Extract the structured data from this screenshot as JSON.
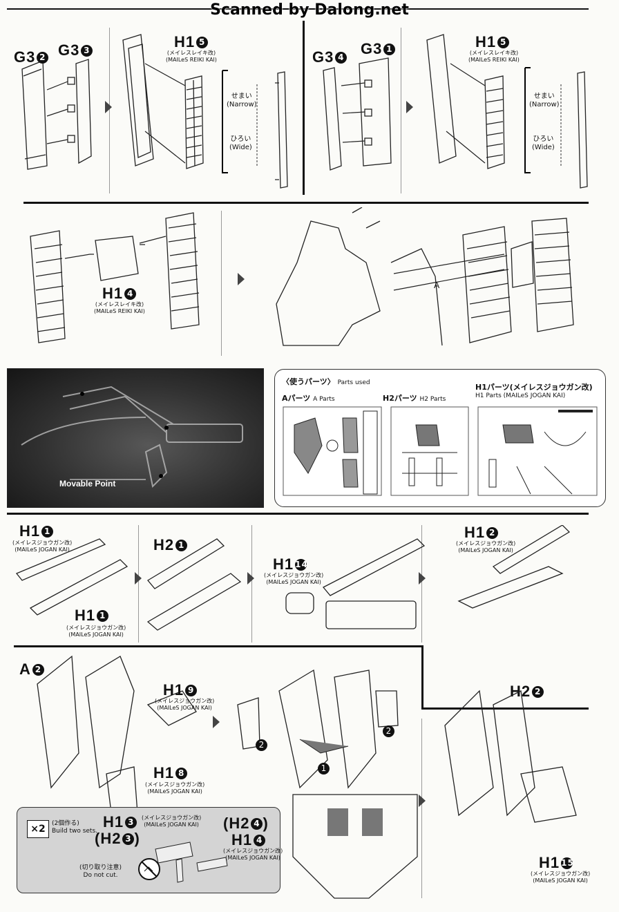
{
  "watermark": "Scanned by Dalong.net",
  "section1": {
    "left": {
      "g3_2": "G3",
      "g3_2_num": "2",
      "g3_3": "G3",
      "g3_3_num": "3",
      "h1_5": "H1",
      "h1_5_num": "5",
      "h1_5_jp": "(メイレスレイキ改)",
      "h1_5_en": "(MAILeS REIKI KAI)",
      "narrow_jp": "せまい",
      "narrow_en": "(Narrow)",
      "wide_jp": "ひろい",
      "wide_en": "(Wide)"
    },
    "right": {
      "g3_4": "G3",
      "g3_4_num": "4",
      "g3_1": "G3",
      "g3_1_num": "1",
      "h1_5": "H1",
      "h1_5_num": "5",
      "h1_5_jp": "(メイレスレイキ改)",
      "h1_5_en": "(MAILeS REIKI KAI)",
      "narrow_jp": "せまい",
      "narrow_en": "(Narrow)",
      "wide_jp": "ひろい",
      "wide_en": "(Wide)"
    }
  },
  "section2": {
    "h1_4": "H1",
    "h1_4_num": "4",
    "h1_4_jp": "(メイレスレイキ改)",
    "h1_4_en": "(MAILeS REIKI KAI)",
    "a_mark": "A"
  },
  "photo": {
    "label": "Movable Point"
  },
  "parts": {
    "title": "〈使うパーツ〉",
    "title_en": "Parts used",
    "a_title": "Aパーツ",
    "a_en": "A Parts",
    "h2_title": "H2パーツ",
    "h2_en": "H2 Parts",
    "h1_title": "H1パーツ(メイレスジョウガン改)",
    "h1_en": "H1 Parts (MAILeS JOGAN KAI)"
  },
  "section3": {
    "h1_1a": "H1",
    "h1_1a_num": "1",
    "h1_1a_jp": "(メイレスジョウガン改)",
    "h1_1a_en": "(MAILeS JOGAN KAI)",
    "h1_1b": "H1",
    "h1_1b_num": "1",
    "h1_1b_jp": "(メイレスジョウガン改)",
    "h1_1b_en": "(MAILeS JOGAN KAI)",
    "h2_1": "H2",
    "h2_1_num": "1",
    "h1_14": "H1",
    "h1_14_num": "14",
    "h1_14_jp": "(メイレスジョウガン改)",
    "h1_14_en": "(MAILeS JOGAN KAI)",
    "h1_2": "H1",
    "h1_2_num": "2",
    "h1_2_jp": "(メイレスジョウガン改)",
    "h1_2_en": "(MAILeS JOGAN KAI)",
    "h2_2": "H2",
    "h2_2_num": "2"
  },
  "section4": {
    "a2": "A",
    "a2_num": "2",
    "h1_9": "H1",
    "h1_9_num": "9",
    "h1_9_jp": "(メイレスジョウガン改)",
    "h1_9_en": "(MAILeS JOGAN KAI)",
    "h1_8": "H1",
    "h1_8_num": "8",
    "h1_8_jp": "(メイレスジョウガン改)",
    "h1_8_en": "(MAILeS JOGAN KAI)",
    "step1": "1",
    "step2": "2",
    "h1_15": "H1",
    "h1_15_num": "15",
    "h1_15_jp": "(メイレスジョウガン改)",
    "h1_15_en": "(MAILeS JOGAN KAI)"
  },
  "build": {
    "x2": "×2",
    "x2_jp": "(2個作る)",
    "x2_en": "Build two sets.",
    "h1_3": "H1",
    "h1_3_num": "3",
    "h1_3_jp": "(メイレスジョウガン改)",
    "h1_3_en": "(MAILeS JOGAN KAI)",
    "h2_3": "(H2",
    "h2_3_num": "3",
    "h2_3_close": ")",
    "h2_4": "(H2",
    "h2_4_num": "4",
    "h2_4_close": ")",
    "h1_4": "H1",
    "h1_4_num": "4",
    "h1_4_jp": "(メイレスジョウガン改)",
    "h1_4_en": "(MAILeS JOGAN KAI)",
    "cut_jp": "(切り取り注意)",
    "cut_en": "Do not cut."
  }
}
